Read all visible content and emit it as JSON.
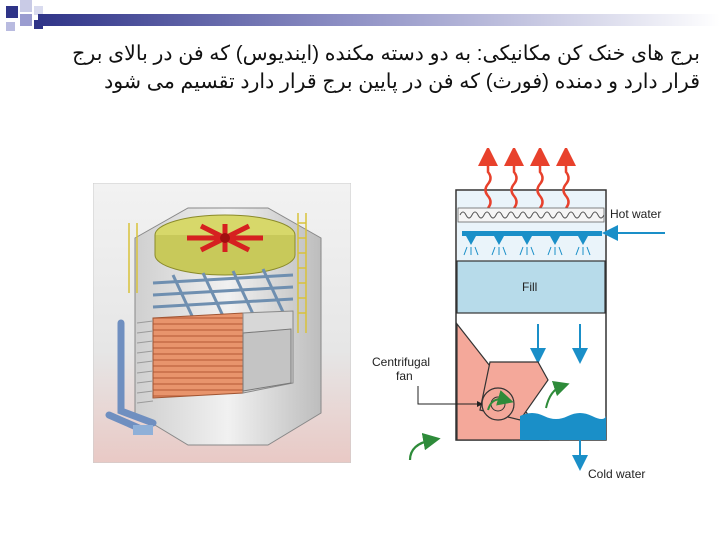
{
  "slide": {
    "paragraph": "برج های خنک کن مکانیکی: به دو دسته مکنده (ایندیوس) که فن در بالای برج قرار دارد و دمنده (فورث) که فن در پایین برج قرار دارد تقسیم می شود",
    "accent_color": "#2f3488"
  },
  "diagram": {
    "labels": {
      "hot_water": "Hot water",
      "fill": "Fill",
      "fan_line1": "Centrifugal",
      "fan_line2": "fan",
      "cold_water": "Cold water"
    },
    "colors": {
      "hot_arrow": "#e8412c",
      "flow_arrow": "#1a8fc8",
      "air_arrow": "#2e8b3a",
      "fill_blue": "#b7dbea",
      "fan_pink": "#f4a89a",
      "water_blue": "#1a8fc8"
    }
  },
  "photo": {
    "description_icons": [
      "cooling-tower-cutaway",
      "red-fan-icon"
    ]
  }
}
